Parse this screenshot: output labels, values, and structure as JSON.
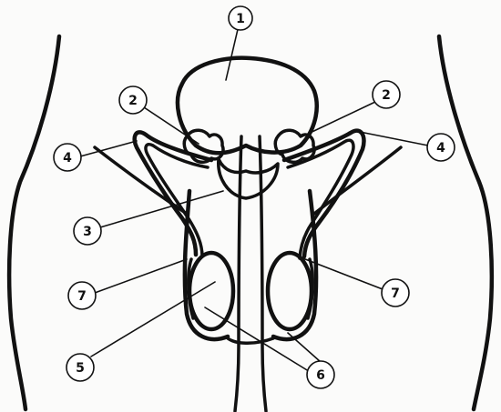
{
  "callouts": [
    {
      "id": "c1",
      "number": "1"
    },
    {
      "id": "c2l",
      "number": "2"
    },
    {
      "id": "c2r",
      "number": "2"
    },
    {
      "id": "c3",
      "number": "3"
    },
    {
      "id": "c4l",
      "number": "4"
    },
    {
      "id": "c4r",
      "number": "4"
    },
    {
      "id": "c5",
      "number": "5"
    },
    {
      "id": "c6",
      "number": "6"
    },
    {
      "id": "c7l",
      "number": "7"
    },
    {
      "id": "c7r",
      "number": "7"
    }
  ]
}
